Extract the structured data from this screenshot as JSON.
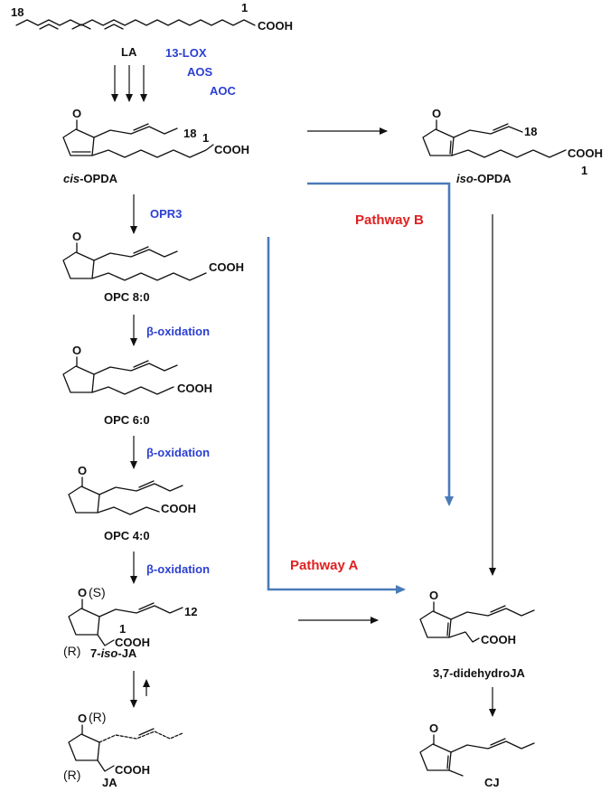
{
  "compounds": {
    "la": "LA",
    "cis_opda_prefix": "cis",
    "cis_opda_suffix": "-OPDA",
    "iso_opda_prefix": "iso",
    "iso_opda_suffix": "-OPDA",
    "opc80": "OPC 8:0",
    "opc60": "OPC 6:0",
    "opc40": "OPC 4:0",
    "iso_ja_pre": "7-",
    "iso_ja_mid": "iso",
    "iso_ja_suf": "-JA",
    "ja": "JA",
    "didehydro": "3,7-didehydroJA",
    "cj": "CJ"
  },
  "enzymes": {
    "lox": "13-LOX",
    "aos": "AOS",
    "aoc": "AOC",
    "opr3": "OPR3",
    "beta": "β-oxidation"
  },
  "pathways": {
    "a": "Pathway A",
    "b": "Pathway B"
  },
  "labels": {
    "cooh": "COOH",
    "oxygen": "O",
    "n18": "18",
    "n1": "1",
    "n12": "12",
    "s": "(S)",
    "r": "(R)"
  }
}
